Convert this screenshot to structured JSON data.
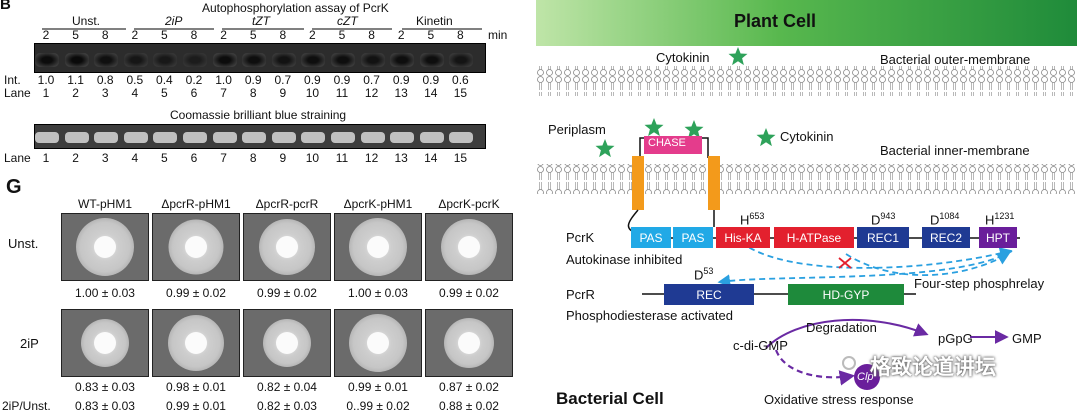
{
  "panel_f": {
    "panel_letter": "B",
    "title": "Autophosphorylation assay  of PcrK",
    "groups": [
      "Unst.",
      "2iP",
      "tZT",
      "cZT",
      "Kinetin"
    ],
    "time_points": [
      "2",
      "5",
      "8",
      "2",
      "5",
      "8",
      "2",
      "5",
      "8",
      "2",
      "5",
      "8",
      "2",
      "5",
      "8"
    ],
    "time_unit": "min",
    "int_label": "Int.",
    "intensities": [
      "1.0",
      "1.1",
      "0.8",
      "0.5",
      "0.4",
      "0.2",
      "1.0",
      "0.9",
      "0.7",
      "0.9",
      "0.9",
      "0.7",
      "0.9",
      "0.9",
      "0.6"
    ],
    "lane_label": "Lane",
    "lanes": [
      "1",
      "2",
      "3",
      "4",
      "5",
      "6",
      "7",
      "8",
      "9",
      "10",
      "11",
      "12",
      "13",
      "14",
      "15"
    ],
    "coomassie_title": "Coomassie brilliant blue straining"
  },
  "panel_g": {
    "panel_letter": "G",
    "strains": [
      "WT-pHM1",
      "ΔpcrR-pHM1",
      "ΔpcrR-pcrR",
      "ΔpcrK-pHM1",
      "ΔpcrK-pcrK"
    ],
    "rows": [
      {
        "label": "Unst.",
        "values": [
          "1.00 ± 0.03",
          "0.99 ± 0.02",
          "0.99 ± 0.02",
          "1.00 ± 0.03",
          "0.99 ± 0.02"
        ]
      },
      {
        "label": "2iP",
        "values": [
          "0.83 ± 0.03",
          "0.98 ± 0.01",
          "0.82 ± 0.04",
          "0.99 ± 0.01",
          "0.87 ± 0.02"
        ]
      }
    ],
    "ratio_label": "2iP/Unst.",
    "ratio_values": [
      "0.83 ± 0.03",
      "0.99 ± 0.01",
      "0.82 ± 0.03",
      "0..99 ± 0.02",
      "0.88 ± 0.02"
    ]
  },
  "model": {
    "plant_cell": "Plant Cell",
    "bacterial_cell": "Bacterial Cell",
    "cytokinin_label": "Cytokinin",
    "outer_membrane": "Bacterial outer-membrane",
    "inner_membrane": "Bacterial inner-membrane",
    "periplasm": "Periplasm",
    "chase": "CHASE",
    "pcrk": "PcrK",
    "pcrr": "PcrR",
    "pcrk_domains": [
      "PAS",
      "PAS",
      "His-KA",
      "H-ATPase",
      "REC1",
      "REC2",
      "HPT"
    ],
    "residues": {
      "h653": "H",
      "h653_sup": "653",
      "d943": "D",
      "d943_sup": "943",
      "d1084": "D",
      "d1084_sup": "1084",
      "h1231": "H",
      "h1231_sup": "1231",
      "d53": "D",
      "d53_sup": "53"
    },
    "pcrr_domains": [
      "REC",
      "HD-GYP"
    ],
    "autokinase": "Autokinase inhibited",
    "phosphorelay": "Four-step phosphrelay",
    "pde": "Phosphodiesterase activated",
    "degradation": "Degradation",
    "cdigmp": "c-di-GMP",
    "pgpg": "pGpG",
    "gmp": "GMP",
    "clp": "Clp",
    "oxidative": "Oxidative stress response",
    "watermark": "格致论道讲坛",
    "colors": {
      "header_green": "#2c9a3c",
      "star_green": "#2ea25a",
      "helix_orange": "#f39a1b",
      "chase_pink": "#e43c8c",
      "pas_cyan": "#21a9e6",
      "hiska_red": "#e3202e",
      "rec_navy": "#1f3a93",
      "hpt_purple": "#6a1e9b",
      "hdgyp_green": "#1e8a3b",
      "arrow_blue": "#2aa0e0",
      "arrow_purple": "#6a2aa3"
    }
  }
}
